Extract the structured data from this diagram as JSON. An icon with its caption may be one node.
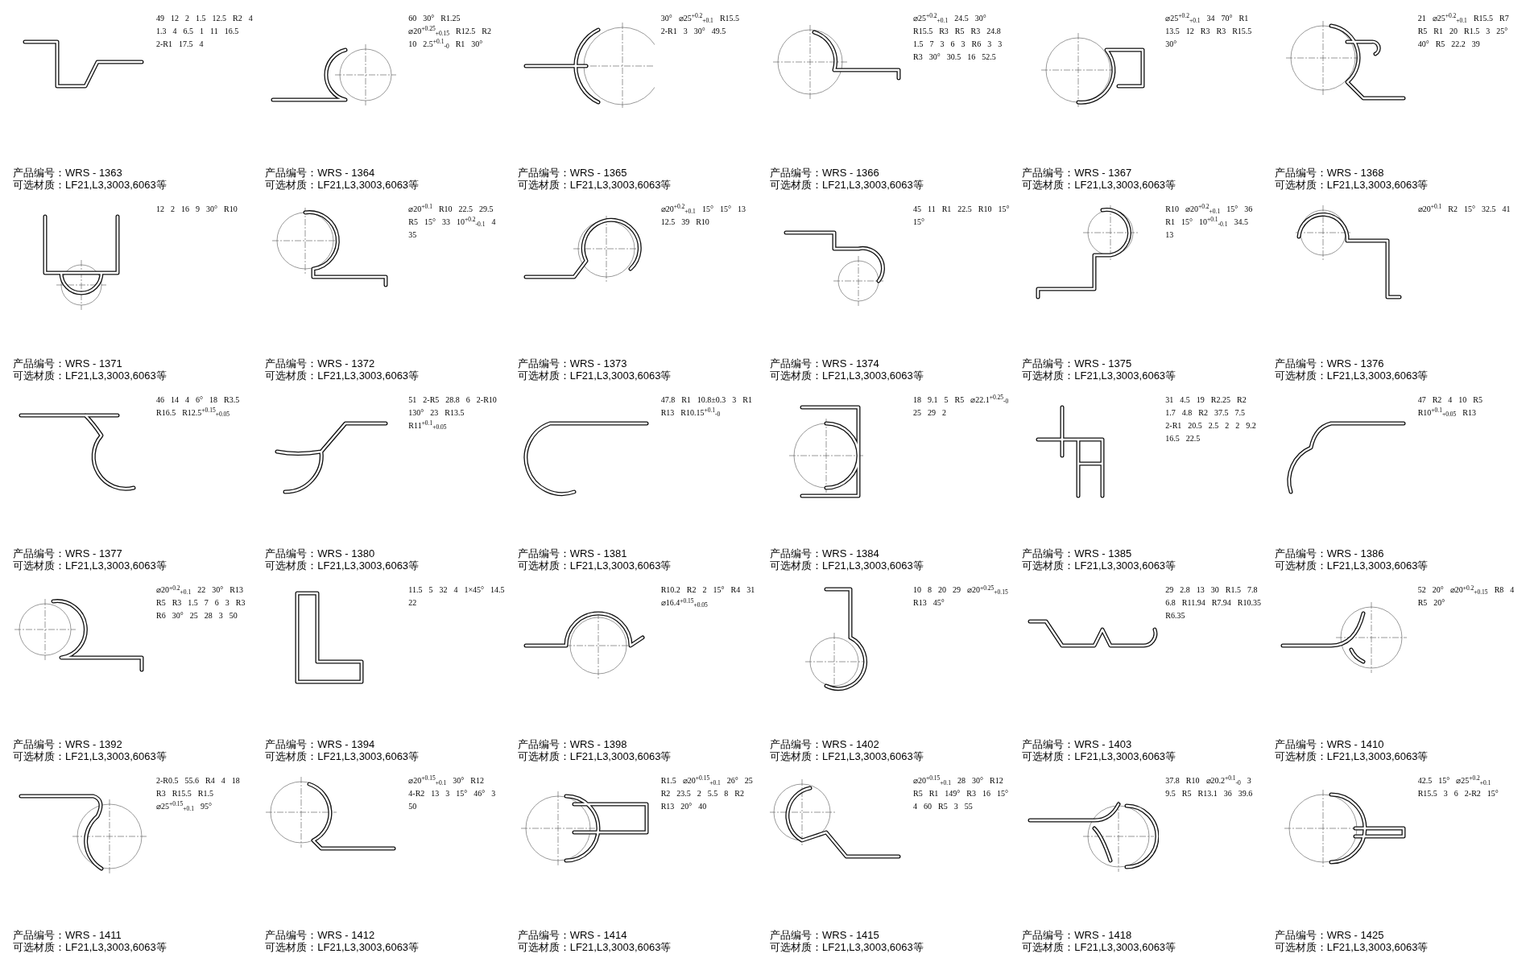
{
  "diagram": {
    "labels": [
      "49",
      "12",
      "2",
      "1.5",
      "12.5",
      "R2",
      "4",
      "1.3",
      "4",
      "6.5",
      "1",
      "11",
      "16.5",
      "2-R1",
      "17.5",
      "4",
      "产品编号：WRS - 1363",
      "可选材质：LF21,L3,3003,6063等",
      "60",
      "30°",
      "R1.25",
      "⌀20$^{+0.25}$$_{+0.15}$",
      "R12.5",
      "R2",
      "10",
      "2.5$^{+0.1}$$_{-0}$",
      "R1",
      "30°",
      "产品编号：WRS - 1364",
      "可选材质：LF21,L3,3003,6063等",
      "30°",
      "⌀25$^{+0.2}$$_{+0.1}$",
      "R15.5",
      "2-R1",
      "3",
      "30°",
      "49.5",
      "产品编号：WRS - 1365",
      "可选材质：LF21,L3,3003,6063等",
      "⌀25$^{+0.2}$$_{+0.1}$",
      "24.5",
      "30°",
      "R15.5",
      "R3",
      "R5",
      "R3",
      "24.8",
      "1.5",
      "7",
      "3",
      "6",
      "3",
      "R6",
      "3",
      "3",
      "R3",
      "30°",
      "30.5",
      "16",
      "52.5",
      "产品编号：WRS - 1366",
      "可选材质：LF21,L3,3003,6063等",
      "⌀25$^{+0.2}$$_{+0.1}$",
      "34",
      "70°",
      "R1",
      "13.5",
      "12",
      "R3",
      "R3",
      "R15.5",
      "30°",
      "产品编号：WRS - 1367",
      "可选材质：LF21,L3,3003,6063等",
      "21",
      "⌀25$^{+0.2}$$_{+0.1}$",
      "R15.5",
      "R7",
      "R5",
      "R1",
      "20",
      "R1.5",
      "3",
      "25°",
      "40°",
      "R5",
      "22.2",
      "39",
      "产品编号：WRS - 1368",
      "可选材质：LF21,L3,3003,6063等",
      "12",
      "2",
      "16",
      "9",
      "30°",
      "R10",
      "产品编号：WRS - 1371",
      "可选材质：LF21,L3,3003,6063等",
      "⌀20$^{+0.1}$",
      "R10",
      "22.5",
      "29.5",
      "R5",
      "15°",
      "33",
      "10$^{+0.2}$$_{-0.1}$",
      "4",
      "35",
      "产品编号：WRS - 1372",
      "可选材质：LF21,L3,3003,6063等",
      "⌀20$^{+0.2}$$_{+0.1}$",
      "15°",
      "15°",
      "13",
      "12.5",
      "39",
      "R10",
      "产品编号：WRS - 1373",
      "可选材质：LF21,L3,3003,6063等",
      "45",
      "11",
      "R1",
      "22.5",
      "R10",
      "15°",
      "15°",
      "产品编号：WRS - 1374",
      "可选材质：LF21,L3,3003,6063等",
      "R10",
      "⌀20$^{+0.2}$$_{+0.1}$",
      "15°",
      "36",
      "R1",
      "15°",
      "10$^{+0.1}$$_{-0.1}$",
      "34.5",
      "13",
      "产品编号：WRS - 1375",
      "可选材质：LF21,L3,3003,6063等",
      "⌀20$^{+0.1}$",
      "R2",
      "15°",
      "32.5",
      "41",
      "产品编号：WRS - 1376",
      "可选材质：LF21,L3,3003,6063等",
      "46",
      "14",
      "4",
      "6°",
      "18",
      "R3.5",
      "R16.5",
      "R12.5$^{+0.15}$$_{+0.05}$",
      "产品编号：WRS - 1377",
      "可选材质：LF21,L3,3003,6063等",
      "51",
      "2-R5",
      "28.8",
      "6",
      "2-R10",
      "130°",
      "23",
      "R13.5",
      "R11$^{+0.1}$$_{+0.05}$",
      "产品编号：WRS - 1380",
      "可选材质：LF21,L3,3003,6063等",
      "47.8",
      "R1",
      "10.8±0.3",
      "3",
      "R1",
      "R13",
      "R10.15$^{+0.1}$$_{-0}$",
      "产品编号：WRS - 1381",
      "可选材质：LF21,L3,3003,6063等",
      "18",
      "9.1",
      "5",
      "R5",
      "⌀22.1$^{+0.25}$$_{-0}$",
      "25",
      "29",
      "2",
      "产品编号：WRS - 1384",
      "可选材质：LF21,L3,3003,6063等",
      "31",
      "4.5",
      "19",
      "R2.25",
      "R2",
      "1.7",
      "4.8",
      "R2",
      "37.5",
      "7.5",
      "2-R1",
      "20.5",
      "2.5",
      "2",
      "2",
      "9.2",
      "16.5",
      "22.5",
      "产品编号：WRS - 1385",
      "可选材质：LF21,L3,3003,6063等",
      "47",
      "R2",
      "4",
      "10",
      "R5",
      "R10$^{+0.1}$$_{+0.05}$",
      "R13",
      "产品编号：WRS - 1386",
      "可选材质：LF21,L3,3003,6063等",
      "⌀20$^{+0.2}$$_{+0.1}$",
      "22",
      "30°",
      "R13",
      "R5",
      "R3",
      "1.5",
      "7",
      "6",
      "3",
      "R3",
      "R6",
      "30°",
      "25",
      "28",
      "3",
      "50",
      "产品编号：WRS - 1392",
      "可选材质：LF21,L3,3003,6063等",
      "11.5",
      "5",
      "32",
      "4",
      "1×45°",
      "14.5",
      "22",
      "产品编号：WRS - 1394",
      "可选材质：LF21,L3,3003,6063等",
      "R10.2",
      "R2",
      "2",
      "15°",
      "R4",
      "31",
      "⌀16.4$^{+0.15}$$_{+0.05}$",
      "产品编号：WRS - 1398",
      "可选材质：LF21,L3,3003,6063等",
      "10",
      "8",
      "20",
      "29",
      "⌀20$^{+0.25}$$_{+0.15}$",
      "R13",
      "45°",
      "产品编号：WRS - 1402",
      "可选材质：LF21,L3,3003,6063等",
      "29",
      "2.8",
      "13",
      "30",
      "R1.5",
      "7.8",
      "6.8",
      "R11.94",
      "R7.94",
      "R10.35",
      "R6.35",
      "产品编号：WRS - 1403",
      "可选材质：LF21,L3,3003,6063等",
      "52",
      "20°",
      "⌀20$^{+0.2}$$_{+0.15}$",
      "R8",
      "4",
      "R5",
      "20°",
      "产品编号：WRS - 1410",
      "可选材质：LF21,L3,3003,6063等",
      "2-R0.5",
      "55.6",
      "R4",
      "4",
      "18",
      "R3",
      "R15.5",
      "R1.5",
      "⌀25$^{+0.15}$$_{+0.1}$",
      "95°",
      "产品编号：WRS - 1411",
      "可选材质：LF21,L3,3003,6063等",
      "⌀20$^{+0.15}$$_{+0.1}$",
      "30°",
      "R12",
      "4-R2",
      "13",
      "3",
      "15°",
      "46°",
      "3",
      "50",
      "产品编号：WRS - 1412",
      "可选材质：LF21,L3,3003,6063等",
      "R1.5",
      "⌀20$^{+0.15}$$_{+0.1}$",
      "26°",
      "25",
      "R2",
      "23.5",
      "2",
      "5.5",
      "8",
      "R2",
      "R13",
      "20°",
      "40",
      "产品编号：WRS - 1414",
      "可选材质：LF21,L3,3003,6063等",
      "⌀20$^{+0.15}$$_{+0.1}$",
      "28",
      "30°",
      "R12",
      "R5",
      "R1",
      "149°",
      "R3",
      "16",
      "15°",
      "4",
      "60",
      "R5",
      "3",
      "55",
      "产品编号：WRS - 1415",
      "可选材质：LF21,L3,3003,6063等",
      "37.8",
      "R10",
      "⌀20.2$^{+0.1}$$_{-0}$",
      "3",
      "9.5",
      "R5",
      "R13.1",
      "36",
      "39.6",
      "产品编号：WRS - 1418",
      "可选材质：LF21,L3,3003,6063等",
      "42.5",
      "15°",
      "⌀25$^{+0.2}$$_{+0.1}$",
      "R15.5",
      "3",
      "6",
      "2-R2",
      "15°",
      "产品编号：WRS - 1425",
      "可选材质：LF21,L3,3003,6063等"
    ]
  }
}
